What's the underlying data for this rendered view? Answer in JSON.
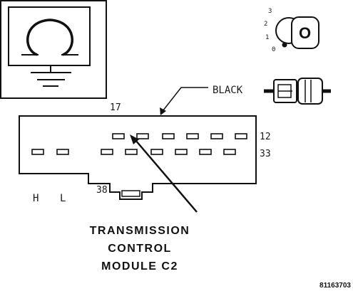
{
  "symbol": {
    "icon": "ohmmeter-ground-icon"
  },
  "ignition_key": {
    "icon": "ignition-key-icon",
    "positions": [
      "3",
      "2",
      "1",
      "0"
    ],
    "key_glyph": "O"
  },
  "connector": {
    "color_label": "BLACK",
    "pin_labels": {
      "top_left": "17",
      "right_top": "12",
      "right_bottom": "33",
      "bottom": "38",
      "left_h": "H",
      "left_l": "L"
    },
    "plug_icon": "connector-plug-icon"
  },
  "caption": {
    "line1": "TRANSMISSION",
    "line2": "CONTROL",
    "line3": "MODULE C2"
  },
  "figure_id": "81163703"
}
